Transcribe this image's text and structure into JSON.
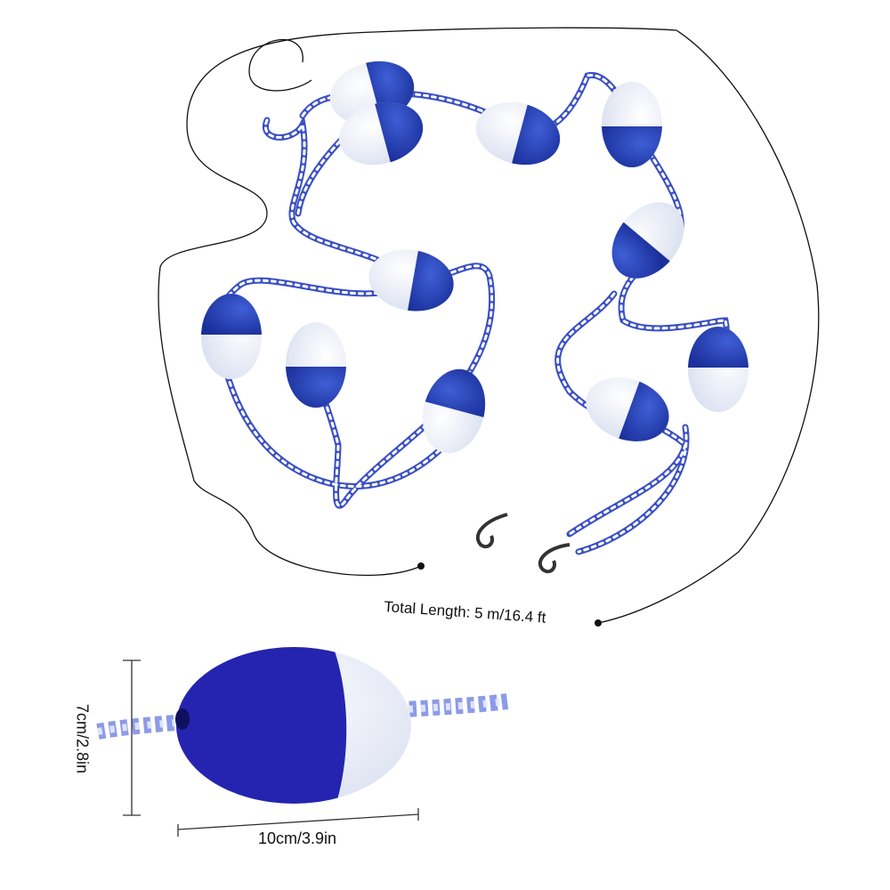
{
  "annotations": {
    "total_length": "Total Length: 5 m/16.4 ft",
    "float_height": "7cm/2.8in",
    "float_width": "10cm/3.9in"
  },
  "colors": {
    "float_blue": "#1f3fae",
    "float_white": "#f4f6fb",
    "rope_blue": "#3a4fc4",
    "outline": "#111111"
  }
}
